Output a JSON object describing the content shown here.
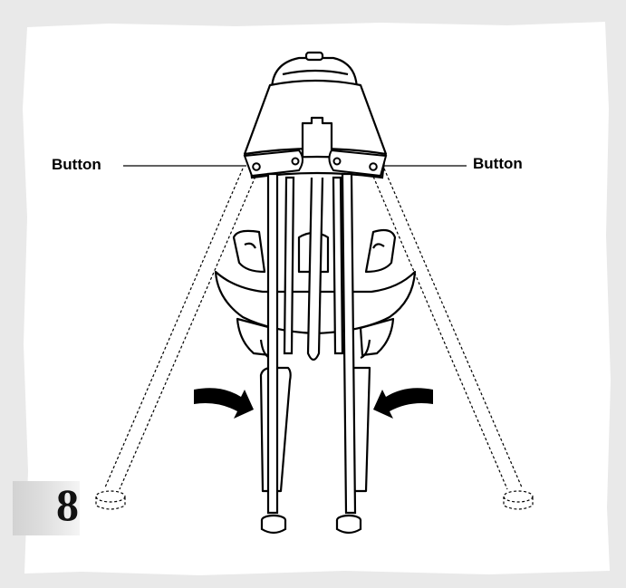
{
  "callouts": {
    "left_label": "Button",
    "right_label": "Button"
  },
  "step": {
    "number": "8"
  },
  "colors": {
    "background": "#e9e9e9",
    "paper": "#ffffff",
    "ink": "#000000"
  }
}
